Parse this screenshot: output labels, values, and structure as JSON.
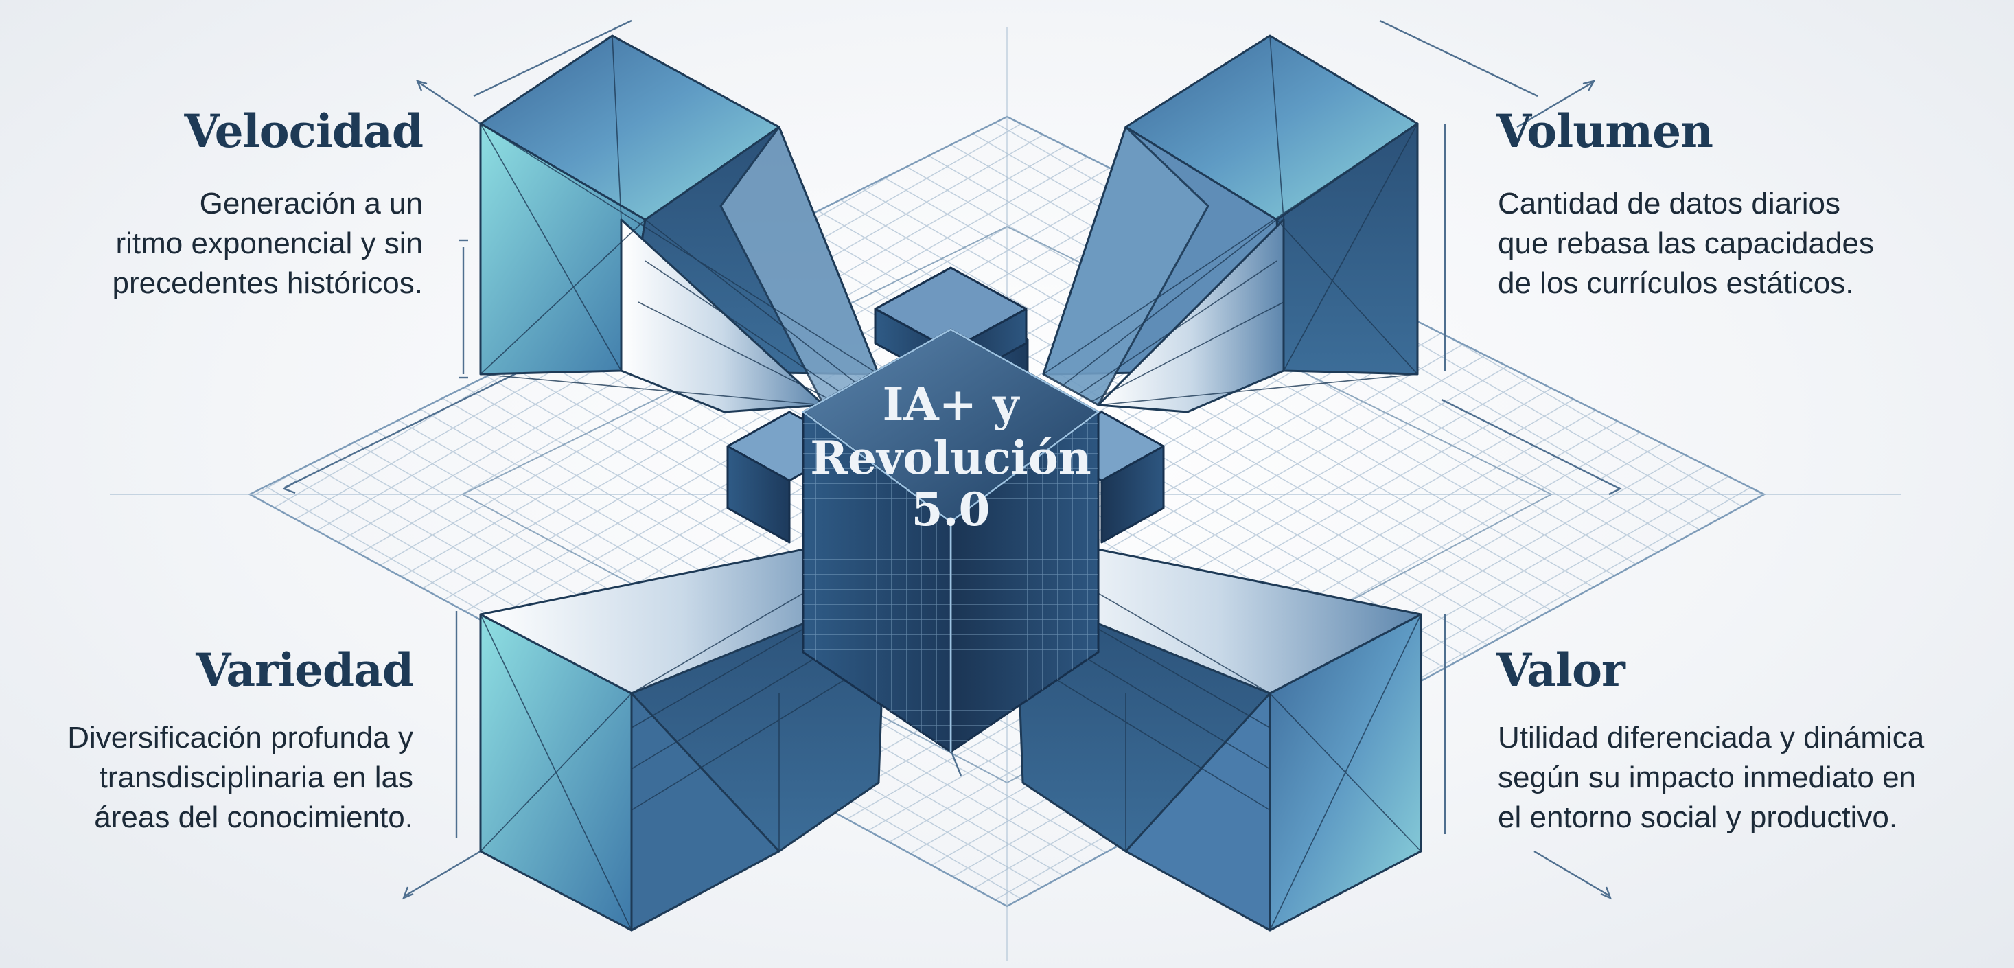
{
  "center": {
    "lines": [
      "IA+ y",
      "Revolución",
      "5.0"
    ]
  },
  "quadrants": {
    "velocidad": {
      "title": "Velocidad",
      "lines": [
        "Generación a un",
        "ritmo exponencial y sin",
        "precedentes históricos."
      ]
    },
    "volumen": {
      "title": "Volumen",
      "lines": [
        "Cantidad de datos diarios",
        "que rebasa las capacidades",
        "de los currículos estáticos."
      ]
    },
    "variedad": {
      "title": "Variedad",
      "lines": [
        "Diversificación profunda y",
        "transdisciplinaria en las",
        "áreas del conocimiento."
      ]
    },
    "valor": {
      "title": "Valor",
      "lines": [
        "Utilidad diferenciada y dinámica",
        "según su impacto inmediato en",
        "el entorno social y productivo."
      ]
    }
  },
  "colors": {
    "navy": "#1e3a56",
    "steel": "#3f6f98",
    "teal": "#7fd3da",
    "grid": "#a9bfd3"
  }
}
